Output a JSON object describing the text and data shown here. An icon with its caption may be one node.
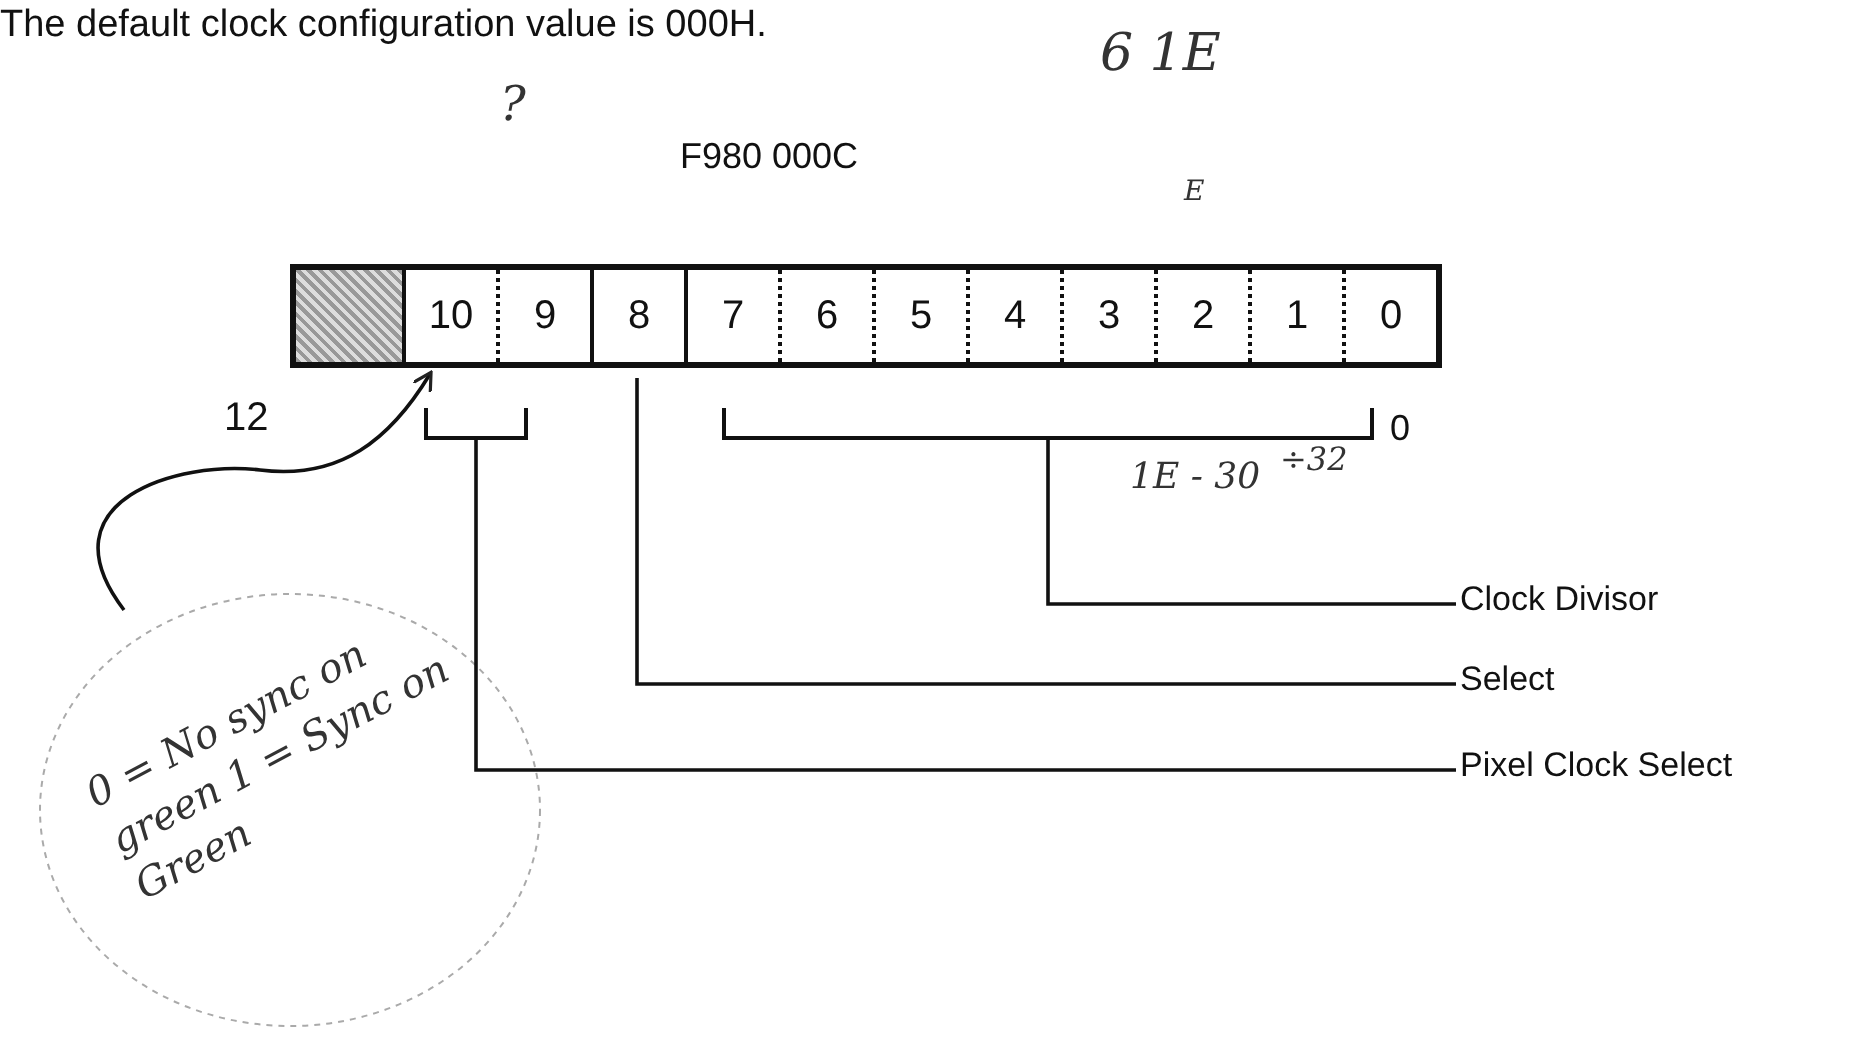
{
  "diagram": {
    "title": "The default clock configuration value is 000H.",
    "nodes": [
      {
        "text": [],
        "shape": "box"
      },
      {
        "text": [
          "10"
        ]
      },
      {
        "text": [
          "9"
        ]
      },
      {
        "text": [
          "8"
        ]
      },
      {
        "text": [
          "7"
        ]
      },
      {
        "text": [
          "6"
        ]
      },
      {
        "text": [
          "5"
        ]
      },
      {
        "text": [
          "4"
        ]
      },
      {
        "text": [
          "3"
        ]
      },
      {
        "text": [
          "2"
        ]
      },
      {
        "text": [
          "1"
        ]
      },
      {
        "text": [
          "0"
        ]
      },
      {
        "text": [
          "Clock Divisor"
        ]
      },
      {
        "text": [
          "Select"
        ]
      },
      {
        "text": [
          "Pixel Clock Select"
        ]
      },
      {
        "text": [
          "0 = No sync on green 1 = Sync on Green"
        ]
      },
      {
        "text": [],
        "shape": "bracket"
      },
      {
        "text": [],
        "shape": "bracket"
      }
    ],
    "edges": [
      {
        "from": 12,
        "to": 17,
        "arrow": "none"
      },
      {
        "from": 13,
        "to": 3,
        "arrow": "none"
      },
      {
        "from": 14,
        "to": 16,
        "arrow": "none"
      },
      {
        "from": 15,
        "to": 1,
        "arrow": "to"
      }
    ],
    "labels": [
      "?",
      "F980 000C",
      "6 1E",
      "E",
      "12",
      "0",
      "1E - 30",
      "÷32"
    ]
  }
}
